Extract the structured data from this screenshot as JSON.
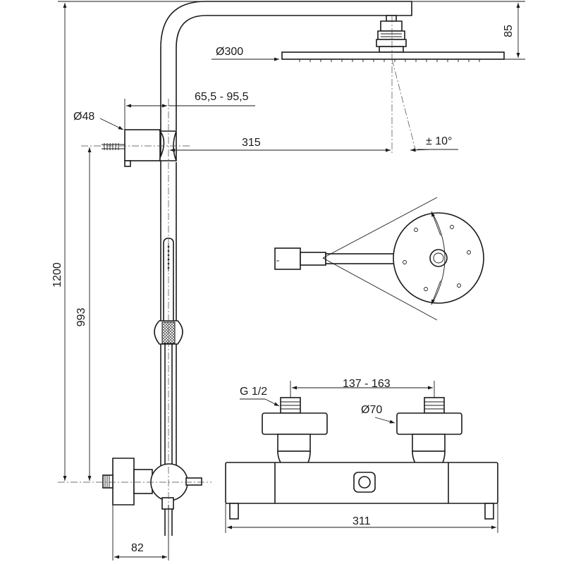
{
  "dimensions": {
    "head_diameter": "Ø300",
    "arm_drop": "85",
    "arm_adjust": "65,5 - 95,5",
    "clamp_diameter": "Ø48",
    "arm_reach": "315",
    "tilt": "± 10°",
    "total_height": "1200",
    "mount_height": "993",
    "wall_offset": "82",
    "inlet_thread": "G 1/2",
    "inlet_spacing": "137 - 163",
    "eccentric_diameter": "Ø70",
    "body_length": "311"
  },
  "colors": {
    "line": "#1a1a1a",
    "background": "#ffffff"
  }
}
